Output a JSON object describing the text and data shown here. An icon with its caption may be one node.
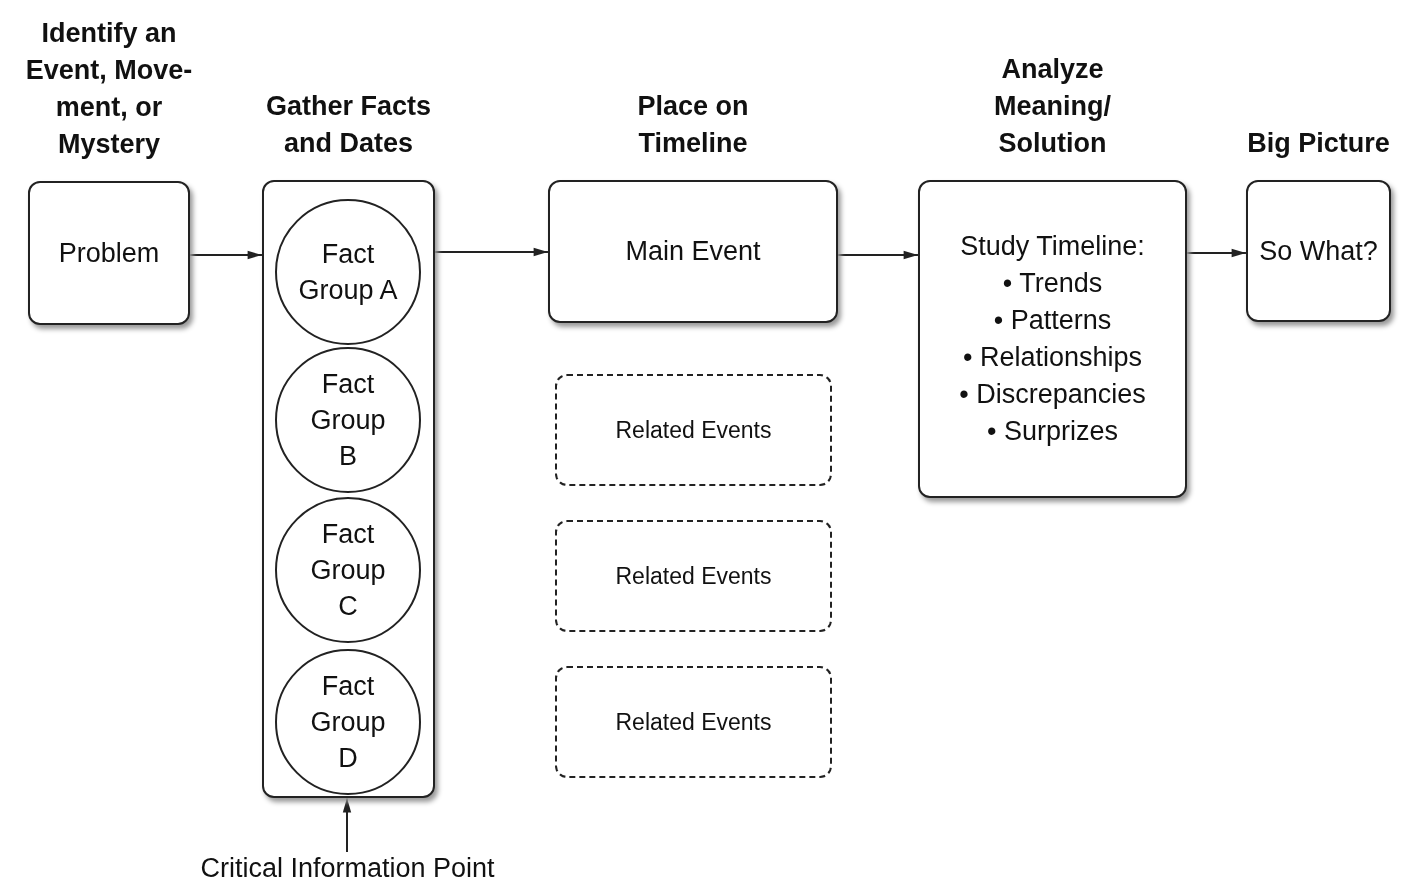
{
  "diagram": {
    "nodes": [
      {
        "text": [
          "Identify an Event, Move- ment, or Mystery",
          "Problem"
        ]
      },
      {
        "text": [
          "Gather Facts and Dates"
        ]
      },
      {
        "text": [
          "Fact Group A"
        ],
        "in": 1
      },
      {
        "text": [
          "Fact Group B"
        ],
        "in": 1
      },
      {
        "text": [
          "Fact Group C"
        ],
        "in": 1
      },
      {
        "text": [
          "Fact Group D"
        ],
        "in": 1
      },
      {
        "text": [
          "Place on Timeline",
          "Main Event"
        ]
      },
      {
        "text": [
          "Related Events"
        ]
      },
      {
        "text": [
          "Related Events"
        ]
      },
      {
        "text": [
          "Related Events"
        ]
      },
      {
        "text": [
          "Analyze Meaning/ Solution",
          "Study Timeline:",
          "• Trends",
          "• Patterns",
          "• Relationships",
          "• Discrepancies",
          "• Surprizes"
        ]
      },
      {
        "text": [
          "Big Picture",
          "So What?"
        ]
      },
      {
        "text": [
          "Critical Information Point"
        ]
      }
    ],
    "edges": [
      {
        "from": 0,
        "to": 1,
        "arrow": "to"
      },
      {
        "from": 1,
        "to": 6,
        "arrow": "to"
      },
      {
        "from": 6,
        "to": 10,
        "arrow": "to"
      },
      {
        "from": 10,
        "to": 11,
        "arrow": "to"
      },
      {
        "from": 12,
        "to": 1,
        "arrow": "to"
      }
    ]
  }
}
